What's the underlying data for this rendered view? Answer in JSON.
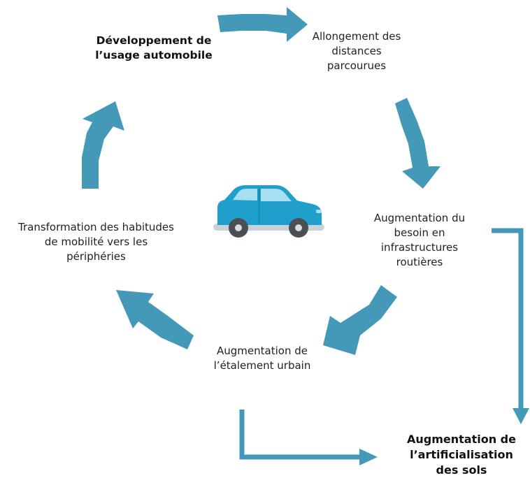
{
  "diagram": {
    "colors": {
      "arrow": "#4599b8",
      "car_body": "#1f9fcb",
      "car_window": "#a6dff2",
      "car_wheel": "#4a4f55",
      "car_hub": "#d9dde1",
      "ground": "#c9d2d8"
    },
    "icon": "car-icon",
    "nodes": {
      "dev": {
        "lines": [
          "Développement de",
          "l’usage automobile"
        ]
      },
      "allong": {
        "lines": [
          "Allongement des",
          "distances",
          "parcourues"
        ]
      },
      "infra": {
        "lines": [
          "Augmentation du",
          "besoin en",
          "infrastructures",
          "routières"
        ]
      },
      "etal": {
        "lines": [
          "Augmentation de",
          "l’étalement urbain"
        ]
      },
      "transfo": {
        "lines": [
          "Transformation des habitudes",
          "de mobilité vers les",
          "périphéries"
        ]
      },
      "artif": {
        "lines": [
          "Augmentation de",
          "l’artificialisation",
          "des sols"
        ]
      }
    }
  }
}
